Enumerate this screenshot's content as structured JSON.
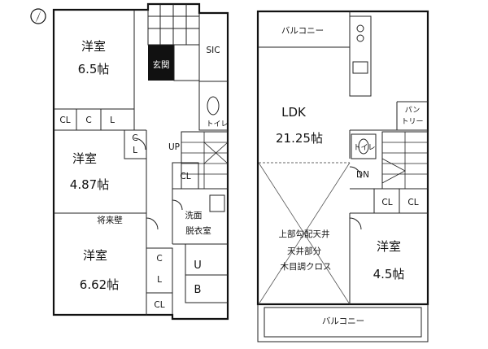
{
  "floor1": {
    "room_top": {
      "name": "洋室",
      "size": "6.5帖"
    },
    "room_mid": {
      "name": "洋室",
      "size": "4.87帖"
    },
    "room_bot": {
      "name": "洋室",
      "size": "6.62帖"
    },
    "future_wall": "将来壁",
    "cl": "CL",
    "c": "C",
    "l": "L",
    "genkan": "玄関",
    "sic": "SIC",
    "toilet": "トイレ",
    "up": "UP",
    "washroom_1": "洗面",
    "washroom_2": "脱衣室",
    "bath_u": "U",
    "bath_b": "B"
  },
  "floor2": {
    "balcony_top": "バルコニー",
    "balcony_bottom": "バルコニー",
    "ldk": "LDK",
    "ldk_size": "21.25帖",
    "pantry_1": "パン",
    "pantry_2": "トリー",
    "toilet": "トイレ",
    "dn": "DN",
    "cl": "CL",
    "room": {
      "name": "洋室",
      "size": "4.5帖"
    },
    "ceiling_note_1": "上部勾配天井",
    "ceiling_note_2": "天井部分",
    "ceiling_note_3": "木目調クロス"
  },
  "icons": {
    "north": "north-arrow-icon"
  }
}
